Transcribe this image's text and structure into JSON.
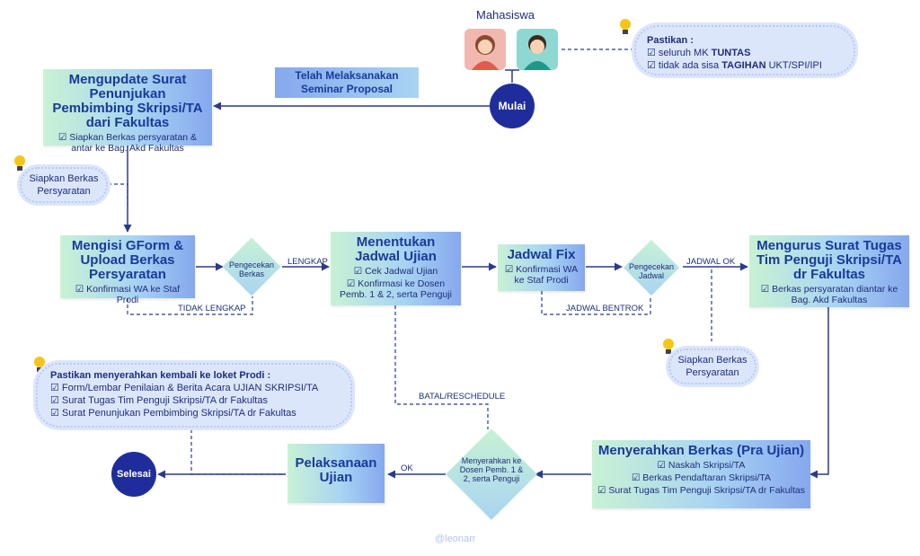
{
  "actor_label": "Mahasiswa",
  "start_label": "Mulai",
  "end_label": "Selesai",
  "seminar_banner": "Telah Melaksanakan Seminar Proposal",
  "pastikan_top": {
    "heading": "Pastikan :",
    "line1_prefix": "☑ seluruh MK ",
    "line1_bold": "TUNTAS",
    "line2_prefix": "☑ tidak ada sisa ",
    "line2_bold": "TAGIHAN",
    "line2_suffix": " UKT/SPI/IPI"
  },
  "step_update_surat": {
    "title": "Mengupdate Surat Penunjukan Pembimbing Skripsi/TA dari Fakultas",
    "sub": "☑ Siapkan Berkas persyaratan & antar ke Bag. Akd Fakultas"
  },
  "note_berkas_1": "Siapkan Berkas Persyaratan",
  "step_gform": {
    "title": "Mengisi GForm & Upload Berkas Persyaratan",
    "sub": "☑ Konfirmasi WA ke Staf Prodi"
  },
  "decision_berkas": "Pengecekan Berkas",
  "edge_lengkap": "LENGKAP",
  "edge_tidak_lengkap": "TIDAK LENGKAP",
  "step_jadwal": {
    "title": "Menentukan Jadwal Ujian",
    "sub1": "☑ Cek Jadwal Ujian",
    "sub2": "☑ Konfirmasi ke Dosen Pemb. 1 & 2, serta Penguji"
  },
  "step_jadwal_fix": {
    "title": "Jadwal Fix",
    "sub": "☑ Konfirmasi WA ke Staf Prodi"
  },
  "decision_jadwal": "Pengecekan Jadwal",
  "edge_jadwal_ok": "JADWAL OK",
  "edge_jadwal_bentrok": "JADWAL BENTROK",
  "step_surat_tugas": {
    "title": "Mengurus Surat Tugas Tim Penguji Skripsi/TA dr Fakultas",
    "sub": "☑ Berkas persyaratan diantar ke Bag. Akd Fakultas"
  },
  "note_berkas_2": "Siapkan Berkas Persyaratan",
  "pastikan_bottom": {
    "heading": "Pastikan menyerahkan kembali ke loket Prodi :",
    "items": [
      "☑ Form/Lembar Penilaian & Berita Acara UJIAN SKRIPSI/TA",
      "☑ Surat Tugas Tim Penguji Skripsi/TA dr Fakultas",
      "☑ Surat Penunjukan Pembimbing Skripsi/TA dr Fakultas"
    ]
  },
  "edge_batal": "BATAL/RESCHEDULE",
  "step_pra_ujian": {
    "title": "Menyerahkan Berkas (Pra Ujian)",
    "items": [
      "☑ Naskah Skripsi/TA",
      "☑ Berkas Pendaftaran Skripsi/TA",
      "☑ Surat Tugas Tim Penguji Skripsi/TA dr Fakultas"
    ]
  },
  "decision_serah": "Menyerahkan ke Dosen Pemb. 1 & 2, serta Penguji",
  "edge_ok": "OK",
  "step_pelaksanaan": {
    "title": "Pelaksanaan Ujian"
  },
  "watermark": "@leonarr",
  "colors": {
    "navy": "#1f2d9c",
    "line": "#2b3a8c",
    "cloud": "#dce6fb",
    "bulb": "#f5c518",
    "avatar_left_bg": "#f2b8b0",
    "avatar_right_bg": "#8fd8d2"
  }
}
